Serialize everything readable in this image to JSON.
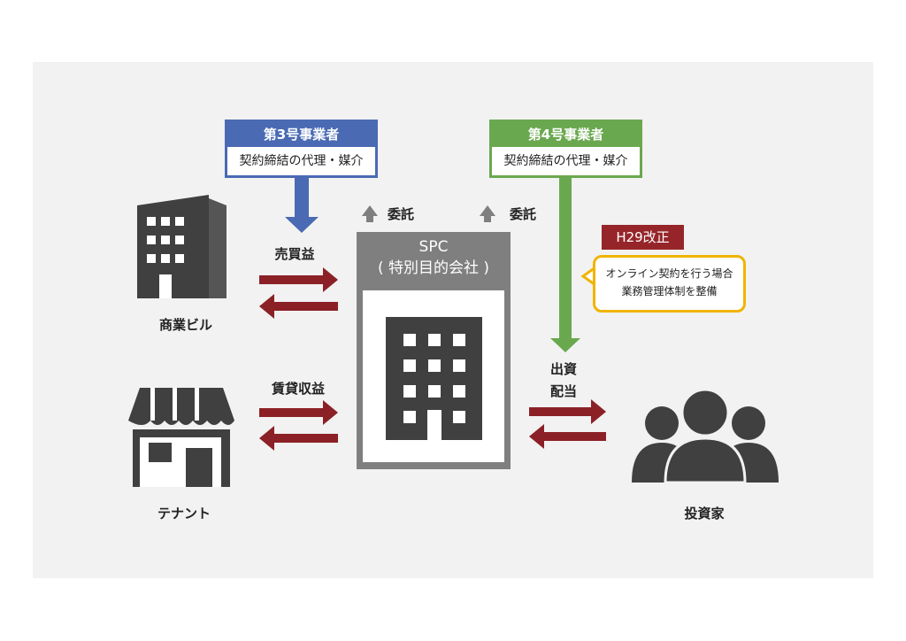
{
  "blue_box": {
    "title": "第3号事業者",
    "body": "契約締結の代理・媒介",
    "color": "#4a6ab3"
  },
  "green_box": {
    "title": "第4号事業者",
    "body": "契約締結の代理・媒介",
    "color": "#6aa84f"
  },
  "entrust_labels": [
    "委託",
    "委託"
  ],
  "spc": {
    "title": "SPC",
    "subtitle": "( 特別目的会社 )"
  },
  "amendment": {
    "badge": "H29改正",
    "note_line1": "オンライン契約を行う場合",
    "note_line2": "業務管理体制を整備"
  },
  "flows": {
    "sale_profit": "売買益",
    "rent_income": "賃貸収益",
    "invest_line1": "出資",
    "invest_line2": "配当"
  },
  "parties": {
    "commercial_building": "商業ビル",
    "tenant": "テナント",
    "investor": "投資家"
  },
  "colors": {
    "arrow_red": "#8b2126",
    "gray": "#7f7f7f",
    "dark": "#404040",
    "yellow": "#f0b400"
  }
}
